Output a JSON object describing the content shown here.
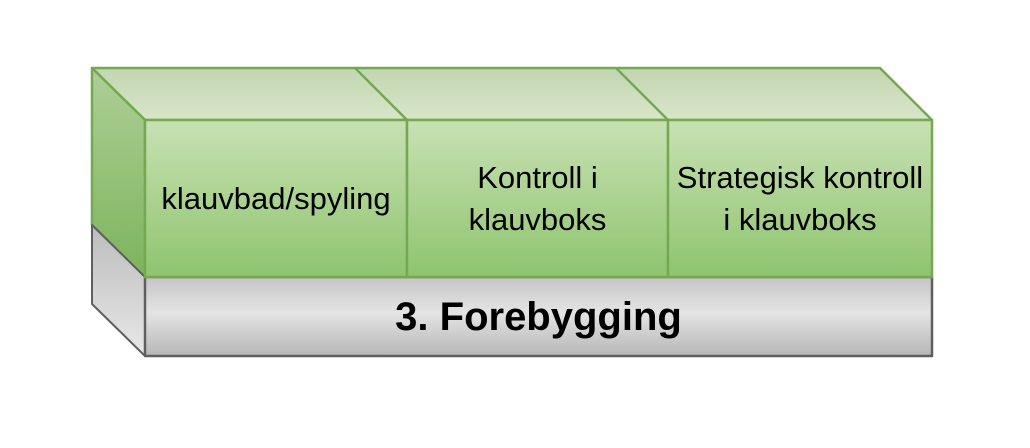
{
  "diagram": {
    "type": "3d-layer-block",
    "base": {
      "label": "3. Forebygging"
    },
    "cells": [
      {
        "line1": "klauvbad/spyling",
        "line2": ""
      },
      {
        "line1": "Kontroll i",
        "line2": "klauvboks"
      },
      {
        "line1": "Strategisk kontroll",
        "line2": "i klauvboks"
      }
    ],
    "colors": {
      "background": "#ffffff",
      "text": "#000000",
      "green_border": "#74a952",
      "front_top": "#c8e1b4",
      "front_bottom": "#8fc46e",
      "top_face_back": "#c2d5b1",
      "top_face_front": "#d8e6c9",
      "left_face_top": "#aecf97",
      "left_face_bottom": "#7db45c",
      "gray_border": "#5f5f5f",
      "base_top": "#c5c5c5",
      "base_mid": "#e4e4e4",
      "base_bottom": "#b7b7b7",
      "left_gray_top": "#bcbcbc",
      "left_gray_bottom": "#e8e8e8"
    }
  }
}
